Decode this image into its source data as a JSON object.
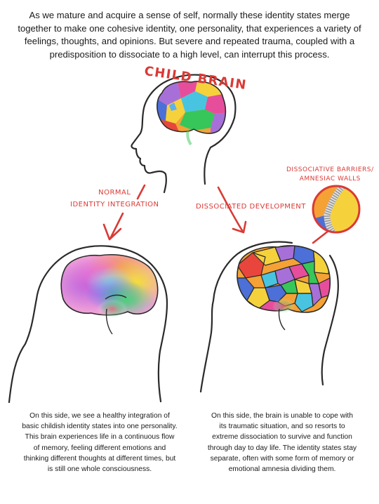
{
  "intro": "As we mature and acquire a sense of self, normally these identity states merge together to make one cohesive identity, one personality, that experiences a variety of feelings, thoughts, and opinions. But severe and repeated trauma, coupled with a predisposition to dissociate to a high level, can interrupt this process.",
  "labels": {
    "child_brain": "CHILD BRAIN",
    "normal_line1": "NORMAL",
    "normal_line2": "IDENTITY INTEGRATION",
    "dissociated": "DISSOCIATED DEVELOPMENT",
    "barriers_line1": "DISSOCIATIVE BARRIERS/",
    "barriers_line2": "AMNESIAC WALLS"
  },
  "captions": {
    "left": "On this side, we see a healthy integration of basic childish identity states into one personality. This brain experiences life in a continuous flow of memory, feeling different emotions and thinking different thoughts at different times, but is still one whole consciousness.",
    "right": "On this side, the brain is unable to cope with its traumatic situation, and so resorts to extreme dissociation to survive and function through day to day life. The identity states stay separate, often with some form of memory or emotional amnesia dividing them."
  },
  "colors": {
    "ink": "#1a1a1a",
    "accent_red": "#d93a35",
    "yellow": "#f5d23c",
    "orange": "#f4a236",
    "purple": "#a770d8",
    "blue": "#4c6fd8",
    "green": "#36c65a",
    "pink": "#e64e9c",
    "cyan": "#48c4e0"
  },
  "icons": [
    "child-brain-icon",
    "integrated-brain-icon",
    "dissociated-brain-icon",
    "amnesiac-wall-zoom-icon",
    "arrow-icon"
  ]
}
